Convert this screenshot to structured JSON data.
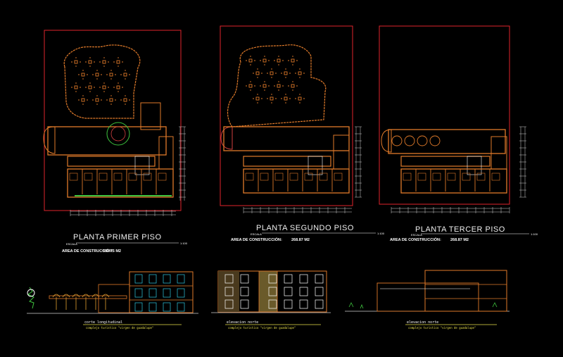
{
  "colors": {
    "background": "#000000",
    "sheet_frame": "#e0242c",
    "wall": "#e07a2a",
    "wall_light": "#f09a40",
    "furniture": "#d24040",
    "dimension": "#cfcfcf",
    "text": "#ffffff",
    "caption_line": "#e8e04a",
    "green": "#3ec43e",
    "cyan": "#30c8e0",
    "magenta": "#e030e0"
  },
  "plans": [
    {
      "id": "primer",
      "title": "PLANTA PRIMER PISO",
      "escala_label": "ESCALA",
      "scale": "1:100",
      "area_label": "AREA DE CONSTRUCCIÓN:",
      "area_value": "550.75 M2"
    },
    {
      "id": "segundo",
      "title": "PLANTA SEGUNDO PISO",
      "escala_label": "ESCALA",
      "scale": "1:100",
      "area_label": "AREA DE CONSTRUCCIÓN:",
      "area_value": "268.87 M2"
    },
    {
      "id": "tercer",
      "title": "PLANTA TERCER PISO",
      "escala_label": "ESCALA",
      "scale": "1:100",
      "area_label": "AREA DE CONSTRUCCIÓN:",
      "area_value": "268.87 M2"
    }
  ],
  "elevations": [
    {
      "id": "corte",
      "caption": "corte longitudinal",
      "subcaption": "complejo turistico \"virgen de guadalupe\""
    },
    {
      "id": "norte",
      "caption": "elevacion norte",
      "subcaption": "complejo turistico \"virgen de guadalupe\""
    },
    {
      "id": "norte2",
      "caption": "elevacion norte",
      "subcaption": "complejo turistico \"virgen de guadalupe\""
    }
  ],
  "icons": [
    "tree-icon",
    "table-set-icon",
    "door-swing-icon",
    "stair-icon",
    "bed-icon"
  ]
}
